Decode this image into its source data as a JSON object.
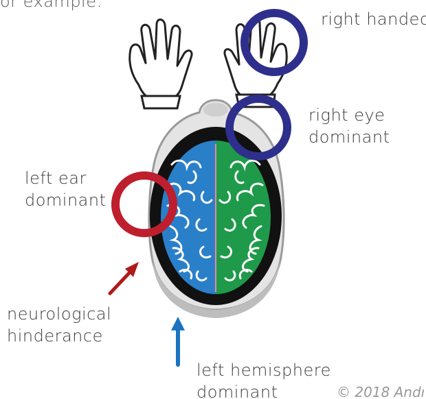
{
  "intro": "or example:",
  "labels": {
    "right_handed": "right handed",
    "right_eye": [
      "right eye",
      "dominant"
    ],
    "left_ear": [
      "left ear",
      "dominant"
    ],
    "neurological": [
      "neurological",
      "hinderance"
    ],
    "left_hemisphere": [
      "left hemisphere",
      "dominant"
    ]
  },
  "copyright": "© 2018 Andı",
  "colors": {
    "dominance_ring": "#2e2f8c",
    "ear_ring": "#be1e2d",
    "hinderance_arrow": "#b01a1a",
    "hemisphere_arrow": "#1a73c1",
    "left_brain": "#2a7fc9",
    "right_brain": "#1f9a4a",
    "skull_outline": "#111111",
    "head": "#e4e4e4"
  },
  "icons": {
    "left_hand": "left-hand-icon",
    "right_hand": "right-hand-icon",
    "brain": "brain-top-view-icon"
  }
}
